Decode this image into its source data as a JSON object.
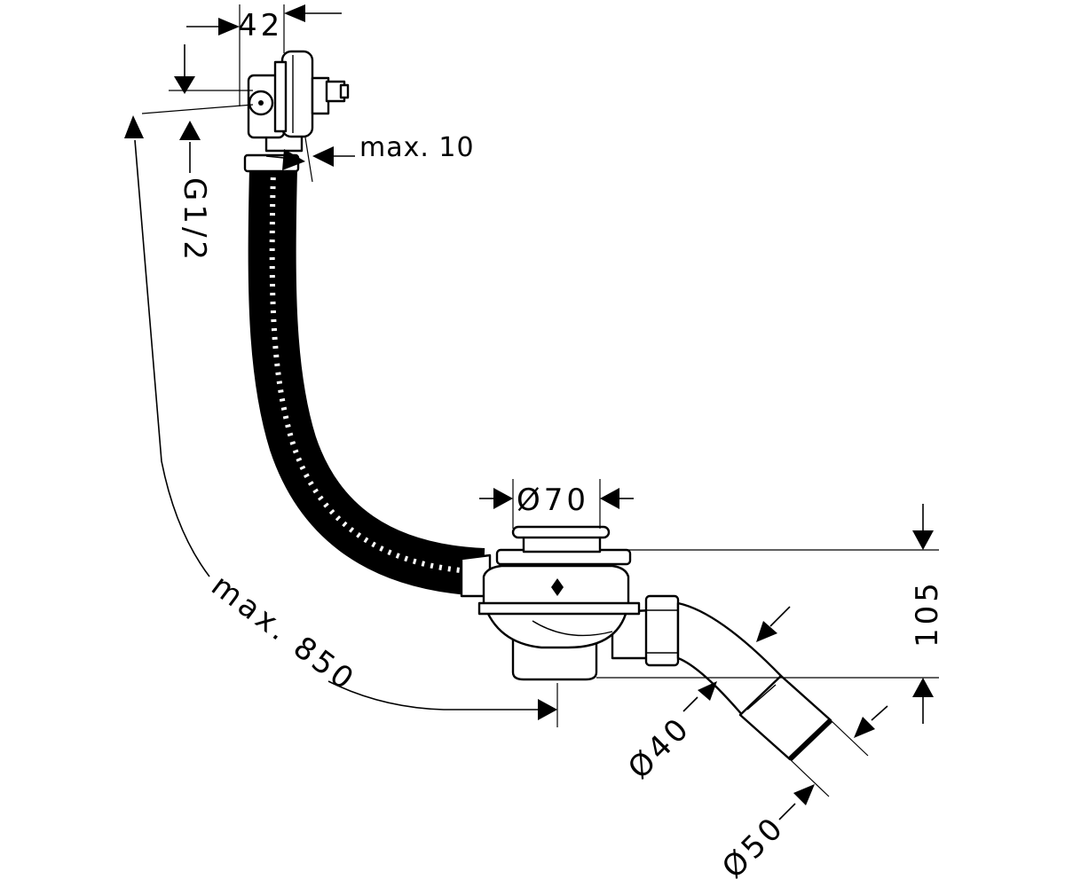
{
  "dimensions": {
    "width_top": "42",
    "max_10": "max. 10",
    "thread": "G1/2",
    "max_850": "max. 850",
    "dia_70": "Ø70",
    "height_105": "105",
    "dia_40": "Ø40",
    "dia_50": "Ø50"
  },
  "colors": {
    "line": "#000000",
    "background": "#ffffff"
  }
}
